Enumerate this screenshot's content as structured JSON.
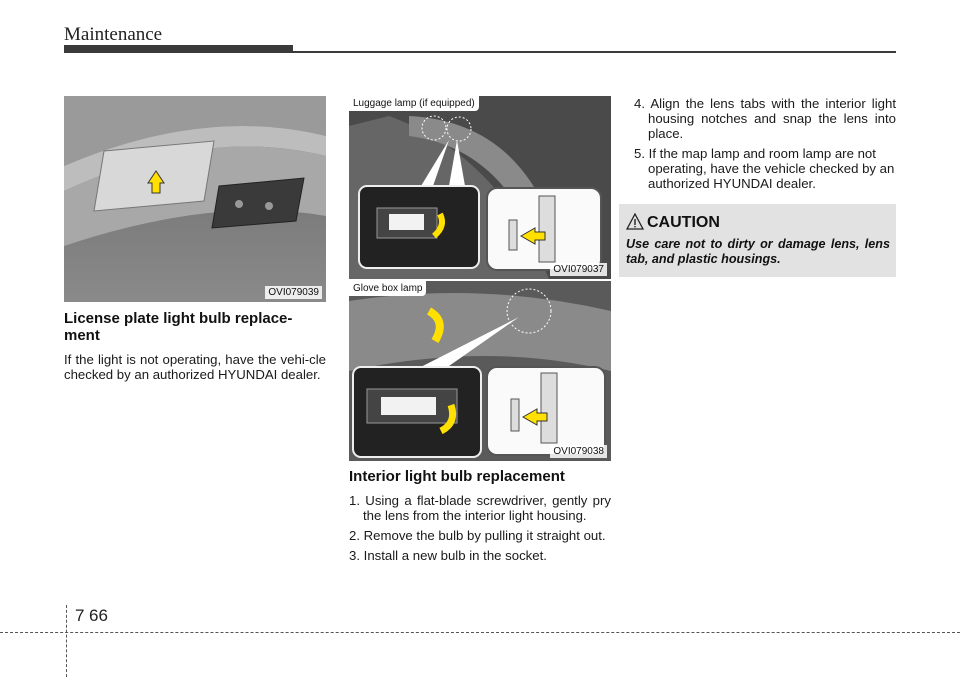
{
  "header": {
    "title": "Maintenance"
  },
  "figures": {
    "license_plate": {
      "code": "OVI079039"
    },
    "luggage_lamp": {
      "caption": "Luggage lamp (if equipped)",
      "code": "OVI079037"
    },
    "glove_box": {
      "caption": "Glove box lamp",
      "code": "OVI079038"
    }
  },
  "license_section": {
    "title": "License plate light bulb replace-ment",
    "body": "If the light is not operating, have the vehi-cle checked by an authorized HYUNDAI dealer."
  },
  "interior_section": {
    "title": "Interior light bulb replacement",
    "steps": [
      "1. Using a flat-blade screwdriver, gently pry the lens from the interior light housing.",
      "2. Remove the bulb by pulling it straight out.",
      "3. Install a new bulb in the socket."
    ]
  },
  "steps_continued": [
    "4. Align the lens tabs with the interior light housing notches and snap the lens into place.",
    "5. If the map lamp and room lamp are not operating, have the vehicle checked by an authorized HYUNDAI dealer."
  ],
  "caution": {
    "title": "CAUTION",
    "text": "Use care not to dirty or damage lens, lens tab, and plastic housings."
  },
  "footer": {
    "chapter": "7",
    "page": "66"
  }
}
